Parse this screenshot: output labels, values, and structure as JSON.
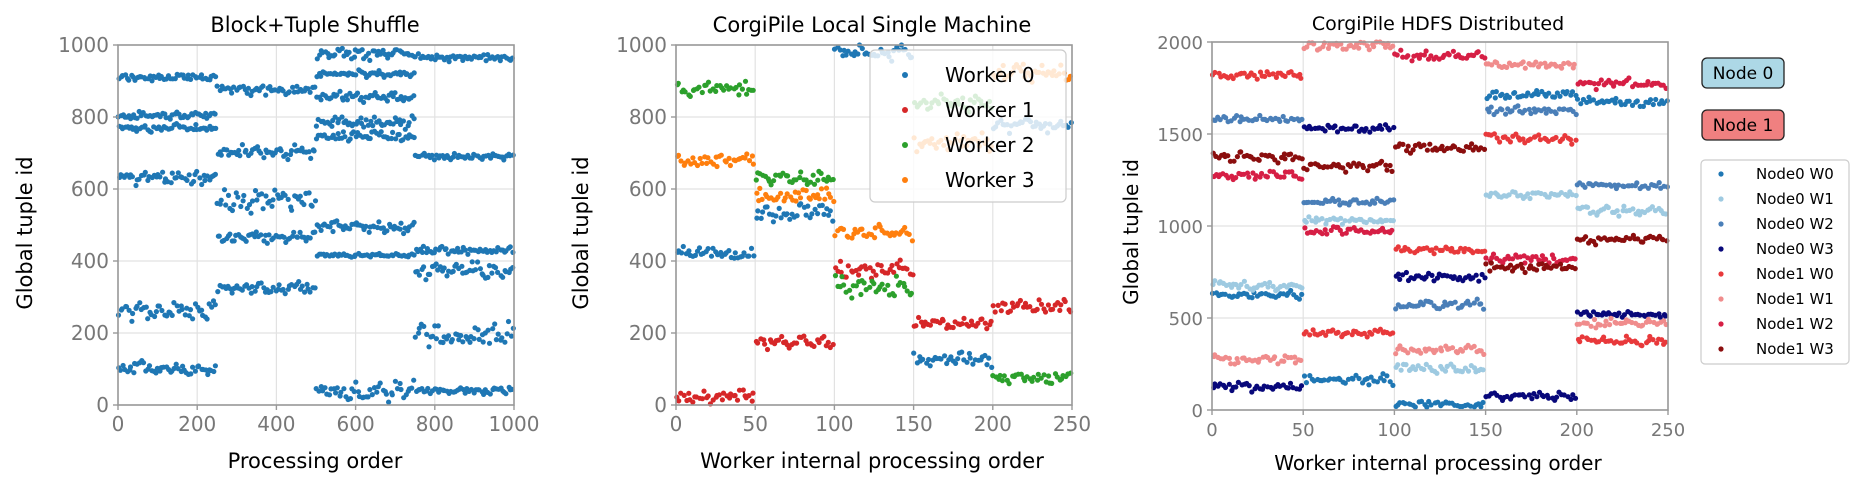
{
  "chart_data": [
    {
      "type": "scatter",
      "title": "Block+Tuple Shuffle",
      "xlabel": "Processing order",
      "ylabel": "Global tuple id",
      "xlim": [
        0,
        1000
      ],
      "ylim": [
        0,
        1000
      ],
      "xticks": [
        0,
        200,
        400,
        600,
        800,
        1000
      ],
      "yticks": [
        0,
        200,
        400,
        600,
        800,
        1000
      ],
      "grid": true,
      "series": [
        {
          "color": "#1f77b4",
          "segments": [
            {
              "x": [
                0,
                250
              ],
              "bands": [
                [
                  900,
                  920
                ],
                [
                  795,
                  815
                ],
                [
                  760,
                  780
                ],
                [
                  610,
                  650
                ],
                [
                  240,
                  290
                ],
                [
                  80,
                  120
                ]
              ]
            },
            {
              "x": [
                250,
                500
              ],
              "bands": [
                [
                  860,
                  890
                ],
                [
                  680,
                  720
                ],
                [
                  540,
                  600
                ],
                [
                  450,
                  480
                ],
                [
                  310,
                  340
                ]
              ]
            },
            {
              "x": [
                500,
                750
              ],
              "bands": [
                [
                  960,
                  990
                ],
                [
                  910,
                  930
                ],
                [
                  840,
                  870
                ],
                [
                  770,
                  800
                ],
                [
                  735,
                  760
                ],
                [
                  480,
                  510
                ],
                [
                  410,
                  420
                ],
                [
                  10,
                  60
                ]
              ]
            },
            {
              "x": [
                750,
                1000
              ],
              "bands": [
                [
                  955,
                  975
                ],
                [
                  680,
                  700
                ],
                [
                  420,
                  440
                ],
                [
                  350,
                  400
                ],
                [
                  160,
                  230
                ],
                [
                  30,
                  50
                ]
              ]
            }
          ]
        }
      ]
    },
    {
      "type": "scatter",
      "title": "CorgiPile Local Single Machine",
      "xlabel": "Worker internal processing order",
      "ylabel": "Global tuple id",
      "xlim": [
        0,
        250
      ],
      "ylim": [
        0,
        1000
      ],
      "xticks": [
        0,
        50,
        100,
        150,
        200,
        250
      ],
      "yticks": [
        0,
        200,
        400,
        600,
        800,
        1000
      ],
      "grid": true,
      "legend": "top-right",
      "series": [
        {
          "name": "Worker 0",
          "color": "#1f77b4",
          "segments": [
            {
              "x": [
                0,
                50
              ],
              "bands": [
                [
                  405,
                  440
                ]
              ]
            },
            {
              "x": [
                50,
                100
              ],
              "bands": [
                [
                  510,
                  560
                ]
              ]
            },
            {
              "x": [
                100,
                150
              ],
              "bands": [
                [
                  960,
                  1000
                ]
              ]
            },
            {
              "x": [
                150,
                200
              ],
              "bands": [
                [
                  105,
                  150
                ]
              ]
            },
            {
              "x": [
                200,
                250
              ],
              "bands": [
                [
                  760,
                  800
                ]
              ]
            }
          ]
        },
        {
          "name": "Worker 1",
          "color": "#d62728",
          "segments": [
            {
              "x": [
                0,
                50
              ],
              "bands": [
                [
                  5,
                  40
                ]
              ]
            },
            {
              "x": [
                50,
                100
              ],
              "bands": [
                [
                  155,
                  190
                ]
              ]
            },
            {
              "x": [
                100,
                150
              ],
              "bands": [
                [
                  350,
                  400
                ]
              ]
            },
            {
              "x": [
                150,
                200
              ],
              "bands": [
                [
                  210,
                  245
                ]
              ]
            },
            {
              "x": [
                200,
                250
              ],
              "bands": [
                [
                  255,
                  295
                ]
              ]
            }
          ]
        },
        {
          "name": "Worker 2",
          "color": "#2ca02c",
          "segments": [
            {
              "x": [
                0,
                50
              ],
              "bands": [
                [
                  860,
                  900
                ]
              ]
            },
            {
              "x": [
                50,
                100
              ],
              "bands": [
                [
                  610,
                  650
                ]
              ]
            },
            {
              "x": [
                100,
                150
              ],
              "bands": [
                [
                  300,
                  360
                ]
              ]
            },
            {
              "x": [
                150,
                200
              ],
              "bands": [
                [
                  820,
                  860
                ]
              ]
            },
            {
              "x": [
                200,
                250
              ],
              "bands": [
                [
                  55,
                  95
                ]
              ]
            }
          ]
        },
        {
          "name": "Worker 3",
          "color": "#ff7f0e",
          "segments": [
            {
              "x": [
                0,
                50
              ],
              "bands": [
                [
                  660,
                  700
                ]
              ]
            },
            {
              "x": [
                50,
                100
              ],
              "bands": [
                [
                  560,
                  600
                ]
              ]
            },
            {
              "x": [
                100,
                150
              ],
              "bands": [
                [
                  460,
                  500
                ]
              ]
            },
            {
              "x": [
                150,
                200
              ],
              "bands": [
                [
                  700,
                  750
                ]
              ]
            },
            {
              "x": [
                200,
                250
              ],
              "bands": [
                [
                  900,
                  950
                ]
              ]
            }
          ]
        }
      ]
    },
    {
      "type": "scatter",
      "title": "CorgiPile HDFS Distributed",
      "xlabel": "Worker internal processing order",
      "ylabel": "Global tuple id",
      "xlim": [
        0,
        250
      ],
      "ylim": [
        0,
        2000
      ],
      "xticks": [
        0,
        50,
        100,
        150,
        200,
        250
      ],
      "yticks": [
        0,
        500,
        1000,
        1500,
        2000
      ],
      "grid": true,
      "legend": "right, outside plot",
      "node_tags": [
        {
          "label": "Node 0",
          "color": "#add8e6"
        },
        {
          "label": "Node 1",
          "color": "#f08080"
        }
      ],
      "series": [
        {
          "name": "Node0 W0",
          "color": "#1f77b4",
          "segments": [
            {
              "x": [
                0,
                50
              ],
              "bands": [
                [
                  600,
                  650
                ]
              ]
            },
            {
              "x": [
                50,
                100
              ],
              "bands": [
                [
                  140,
                  190
                ]
              ]
            },
            {
              "x": [
                100,
                150
              ],
              "bands": [
                [
                  10,
                  50
                ]
              ]
            },
            {
              "x": [
                150,
                200
              ],
              "bands": [
                [
                  1690,
                  1740
                ]
              ]
            },
            {
              "x": [
                200,
                250
              ],
              "bands": [
                [
                  1650,
                  1700
                ]
              ]
            }
          ]
        },
        {
          "name": "Node0 W1",
          "color": "#9ecae1",
          "segments": [
            {
              "x": [
                0,
                50
              ],
              "bands": [
                [
                  650,
                  700
                ]
              ]
            },
            {
              "x": [
                50,
                100
              ],
              "bands": [
                [
                  1010,
                  1050
                ]
              ]
            },
            {
              "x": [
                100,
                150
              ],
              "bands": [
                [
                  200,
                  250
                ]
              ]
            },
            {
              "x": [
                150,
                200
              ],
              "bands": [
                [
                  1150,
                  1190
                ]
              ]
            },
            {
              "x": [
                200,
                250
              ],
              "bands": [
                [
                  1060,
                  1110
                ]
              ]
            }
          ]
        },
        {
          "name": "Node0 W2",
          "color": "#4a7fb8",
          "segments": [
            {
              "x": [
                0,
                50
              ],
              "bands": [
                [
                  1560,
                  1600
                ]
              ]
            },
            {
              "x": [
                50,
                100
              ],
              "bands": [
                [
                  1110,
                  1150
                ]
              ]
            },
            {
              "x": [
                100,
                150
              ],
              "bands": [
                [
                  550,
                  600
                ]
              ]
            },
            {
              "x": [
                150,
                200
              ],
              "bands": [
                [
                  1600,
                  1650
                ]
              ]
            },
            {
              "x": [
                200,
                250
              ],
              "bands": [
                [
                  1200,
                  1240
                ]
              ]
            }
          ]
        },
        {
          "name": "Node0 W3",
          "color": "#08087a",
          "segments": [
            {
              "x": [
                0,
                50
              ],
              "bands": [
                [
                  100,
                  150
                ]
              ]
            },
            {
              "x": [
                50,
                100
              ],
              "bands": [
                [
                  1510,
                  1550
                ]
              ]
            },
            {
              "x": [
                100,
                150
              ],
              "bands": [
                [
                  700,
                  750
                ]
              ]
            },
            {
              "x": [
                150,
                200
              ],
              "bands": [
                [
                  50,
                  100
                ]
              ]
            },
            {
              "x": [
                200,
                250
              ],
              "bands": [
                [
                  500,
                  540
                ]
              ]
            }
          ]
        },
        {
          "name": "Node1 W0",
          "color": "#e8393b",
          "segments": [
            {
              "x": [
                0,
                50
              ],
              "bands": [
                [
                  1800,
                  1840
                ]
              ]
            },
            {
              "x": [
                50,
                100
              ],
              "bands": [
                [
                  400,
                  440
                ]
              ]
            },
            {
              "x": [
                100,
                150
              ],
              "bands": [
                [
                  850,
                  890
                ]
              ]
            },
            {
              "x": [
                150,
                200
              ],
              "bands": [
                [
                  1450,
                  1500
                ]
              ]
            },
            {
              "x": [
                200,
                250
              ],
              "bands": [
                [
                  350,
                  400
                ]
              ]
            }
          ]
        },
        {
          "name": "Node1 W1",
          "color": "#f08c8c",
          "segments": [
            {
              "x": [
                0,
                50
              ],
              "bands": [
                [
                  250,
                  300
                ]
              ]
            },
            {
              "x": [
                50,
                100
              ],
              "bands": [
                [
                  1960,
                  2000
                ]
              ]
            },
            {
              "x": [
                100,
                150
              ],
              "bands": [
                [
                  300,
                  350
                ]
              ]
            },
            {
              "x": [
                150,
                200
              ],
              "bands": [
                [
                  1850,
                  1900
                ]
              ]
            },
            {
              "x": [
                200,
                250
              ],
              "bands": [
                [
                  450,
                  500
                ]
              ]
            }
          ]
        },
        {
          "name": "Node1 W2",
          "color": "#d61f45",
          "segments": [
            {
              "x": [
                0,
                50
              ],
              "bands": [
                [
                  1250,
                  1300
                ]
              ]
            },
            {
              "x": [
                50,
                100
              ],
              "bands": [
                [
                  950,
                  1000
                ]
              ]
            },
            {
              "x": [
                100,
                150
              ],
              "bands": [
                [
                  1900,
                  1950
                ]
              ]
            },
            {
              "x": [
                150,
                200
              ],
              "bands": [
                [
                  800,
                  850
                ]
              ]
            },
            {
              "x": [
                200,
                250
              ],
              "bands": [
                [
                  1750,
                  1800
                ]
              ]
            }
          ]
        },
        {
          "name": "Node1 W3",
          "color": "#8b0e0e",
          "segments": [
            {
              "x": [
                0,
                50
              ],
              "bands": [
                [
                  1350,
                  1400
                ]
              ]
            },
            {
              "x": [
                50,
                100
              ],
              "bands": [
                [
                  1300,
                  1350
                ]
              ]
            },
            {
              "x": [
                100,
                150
              ],
              "bands": [
                [
                  1400,
                  1450
                ]
              ]
            },
            {
              "x": [
                150,
                200
              ],
              "bands": [
                [
                  750,
                  800
                ]
              ]
            },
            {
              "x": [
                200,
                250
              ],
              "bands": [
                [
                  900,
                  950
                ]
              ]
            }
          ]
        }
      ]
    }
  ]
}
